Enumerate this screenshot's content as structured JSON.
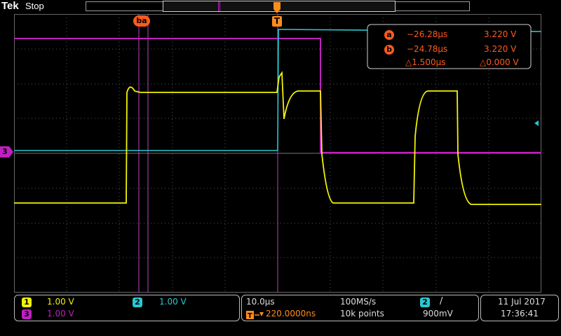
{
  "status": {
    "brand": "Tek",
    "acq_state": "Stop"
  },
  "colors": {
    "ch1": "#f2f20a",
    "ch2": "#2ac8d0",
    "ch3": "#c020c0",
    "cursor": "#ff5a1e",
    "grid": "#555555"
  },
  "cursors": {
    "a": {
      "label": "a",
      "time": "−26.28μs",
      "value": "3.220 V"
    },
    "b": {
      "label": "b",
      "time": "−24.78μs",
      "value": "3.220 V"
    },
    "delta_time": "△1.500μs",
    "delta_value": "△0.000 V",
    "marker_label": "ba"
  },
  "trigger": {
    "marker": "T"
  },
  "channels": [
    {
      "num": "1",
      "scale": "1.00 V"
    },
    {
      "num": "2",
      "scale": "1.00 V"
    },
    {
      "num": "3",
      "scale": "1.00 V"
    }
  ],
  "horizontal": {
    "scale": "10.0μs",
    "sample_rate": "100MS/s",
    "trigger_delay": "220.0000ns",
    "record_length": "10k points"
  },
  "trigger_setup": {
    "source": "2",
    "slope": "/",
    "level": "900mV"
  },
  "datetime": {
    "date": "11 Jul  2017",
    "time": "17:36:41"
  }
}
